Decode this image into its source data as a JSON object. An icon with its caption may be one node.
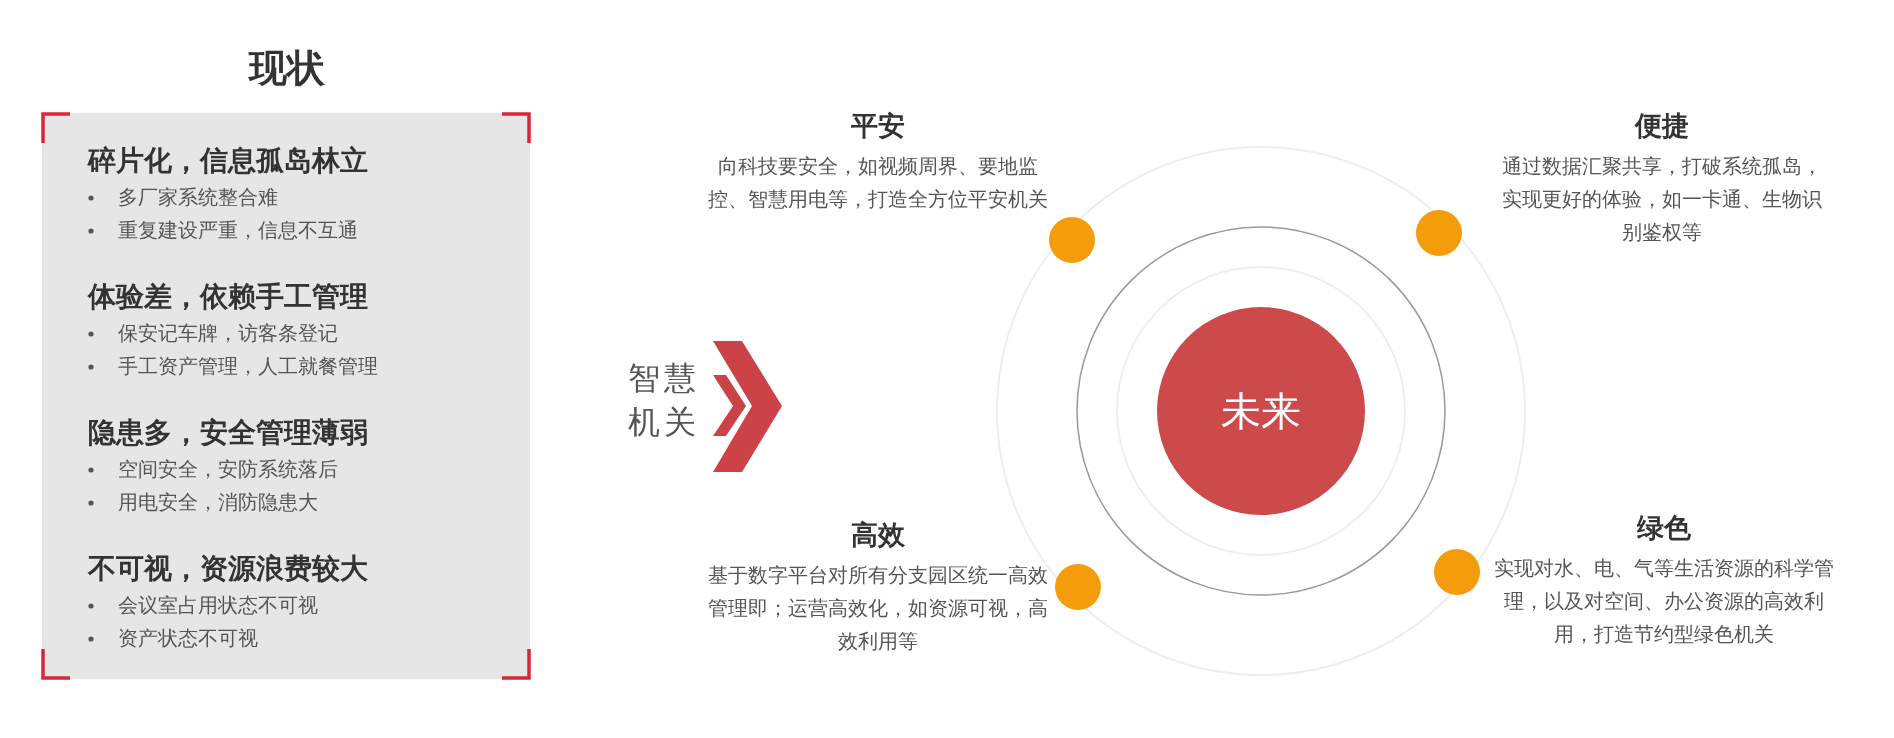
{
  "diagram": {
    "nodes": [
      {
        "text": [
          "现状",
          "碎片化，信息孤岛林立",
          "多厂家系统整合难",
          "重复建设严重，信息不互通",
          "体验差，依赖手工管理",
          "保安记车牌，访客条登记",
          "手工资产管理，人工就餐管理",
          "隐患多，安全管理薄弱",
          "空间安全，安防系统落后",
          "用电安全，消防隐患大",
          "不可视，资源浪费较大",
          "会议室占用状态不可视",
          "资产状态不可视"
        ]
      },
      {
        "text": [
          "未来"
        ]
      },
      {
        "text": [],
        "shape": "circle",
        "beside": [
          "平安",
          "向科技要安全，如视频周界、要地监控、智慧用电等，打造全方位平安机关"
        ]
      },
      {
        "text": [],
        "shape": "circle",
        "beside": [
          "便捷",
          "通过数据汇聚共享，打破系统孤岛，实现更好的体验，如一卡通、生物识别鉴权等"
        ]
      },
      {
        "text": [],
        "shape": "circle",
        "beside": [
          "高效",
          "基于数字平台对所有分支园区统一高效管理即；运营高效化，如资源可视，高效利用等"
        ]
      },
      {
        "text": [],
        "shape": "circle",
        "beside": [
          "绿色",
          "实现对水、电、气等生活资源的科学管理，以及对空间、办公资源的高效利用，打造节约型绿色机关"
        ]
      }
    ],
    "labels": [
      "智慧机关"
    ]
  }
}
